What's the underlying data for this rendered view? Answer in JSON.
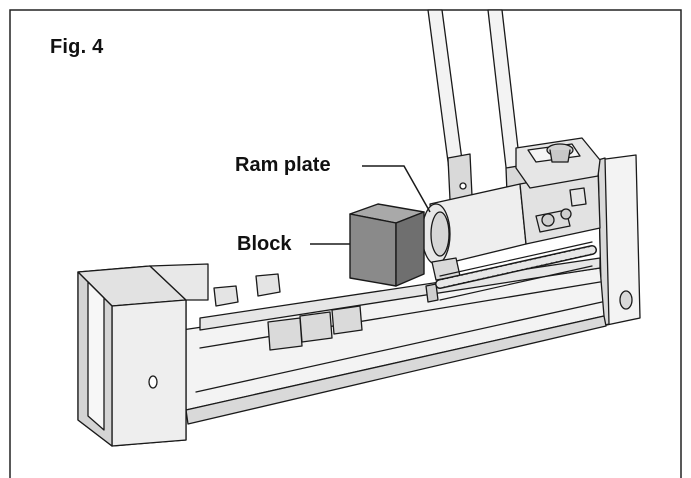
{
  "figure": {
    "label": "Fig. 4",
    "callouts": {
      "ram_plate": "Ram plate",
      "block": "Block"
    }
  },
  "colors": {
    "line": "#1a1a1a",
    "frame_border": "#222222",
    "block_fill": "#8a8a8a",
    "block_top": "#a9a9a9",
    "block_side": "#6f6f6f",
    "metal_light": "#f3f3f3",
    "metal_mid": "#d9d9d9",
    "metal_dark": "#b8b8b8"
  }
}
